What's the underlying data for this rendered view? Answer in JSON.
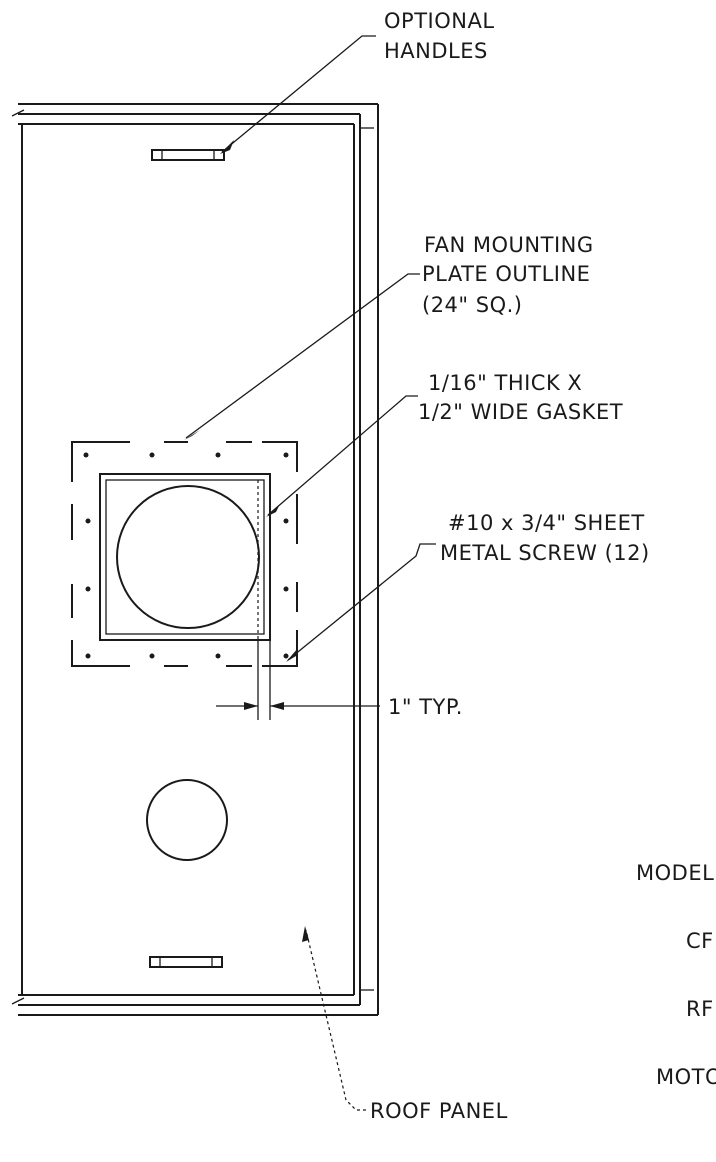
{
  "labels": {
    "optional_handles_line1": "OPTIONAL",
    "optional_handles_line2": "HANDLES",
    "fan_plate_line1": "FAN MOUNTING",
    "fan_plate_line2": "PLATE OUTLINE",
    "fan_plate_line3": "(24\" SQ.)",
    "gasket_line1": "1/16\" THICK X",
    "gasket_line2": "1/2\" WIDE GASKET",
    "screw_line1": "#10 x 3/4\" SHEET",
    "screw_line2": "METAL SCREW (12)",
    "dimension": "1\" TYP.",
    "roof_panel": "ROOF PANEL",
    "model_partial": "MODEL",
    "cfm_partial": "CF",
    "rpm_partial": "RF",
    "motor_partial": "MOTO"
  }
}
